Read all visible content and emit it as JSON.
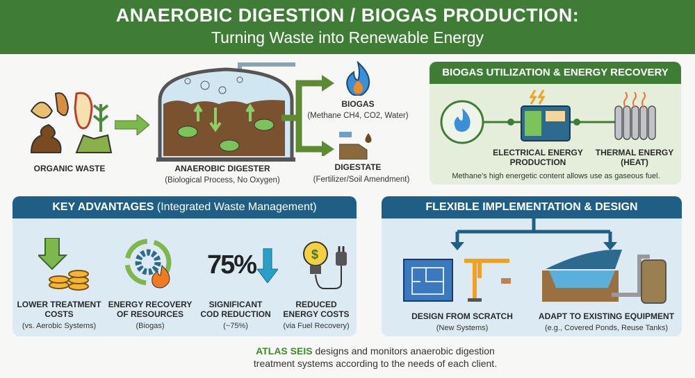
{
  "header": {
    "title": "ANAEROBIC DIGESTION / BIOGAS PRODUCTION:",
    "subtitle": "Turning Waste into Renewable Energy"
  },
  "process": {
    "organic_waste": "ORGANIC WASTE",
    "digester": {
      "label": "ANAEROBIC DIGESTER",
      "sub": "(Biological Process, No Oxygen)"
    },
    "biogas": {
      "label": "BIOGAS",
      "sub": "(Methane CH4, CO2, Water)"
    },
    "digestate": {
      "label": "DIGESTATE",
      "sub": "(Fertilizer/Soil Amendment)"
    }
  },
  "utilization": {
    "title": "BIOGAS UTILIZATION & ENERGY RECOVERY",
    "electrical": [
      "ELECTRICAL ENERGY",
      "PRODUCTION"
    ],
    "thermal": [
      "THERMAL ENERGY",
      "(HEAT)"
    ],
    "note": "Methane's high energetic content allows use as gaseous fuel.",
    "color": "#3f7d36"
  },
  "advantages": {
    "title_bold": "KEY ADVANTAGES",
    "title_light": "(Integrated Waste Management)",
    "items": [
      {
        "l1": "LOWER TREATMENT",
        "l2": "COSTS",
        "sub": "(vs. Aerobic Systems)"
      },
      {
        "l1": "ENERGY RECOVERY",
        "l2": "OF RESOURCES",
        "sub": "(Biogas)"
      },
      {
        "l1": "SIGNIFICANT",
        "l2": "COD REDUCTION",
        "sub": "(~75%)"
      },
      {
        "l1": "REDUCED",
        "l2": "ENERGY COSTS",
        "sub": "(via Fuel Recovery)"
      }
    ],
    "big_percent": "75%",
    "color": "#1f5f85"
  },
  "flexible": {
    "title": "FLEXIBLE IMPLEMENTATION & DESIGN",
    "items": [
      {
        "label": "DESIGN FROM SCRATCH",
        "sub": "(New Systems)"
      },
      {
        "label": "ADAPT TO EXISTING EQUIPMENT",
        "sub": "(e.g., Covered Ponds, Reuse Tanks)"
      }
    ]
  },
  "footer": {
    "brand": "ATLAS SEIS",
    "line1": " designs and monitors anaerobic digestion",
    "line2": "treatment systems according to the needs of each client."
  }
}
